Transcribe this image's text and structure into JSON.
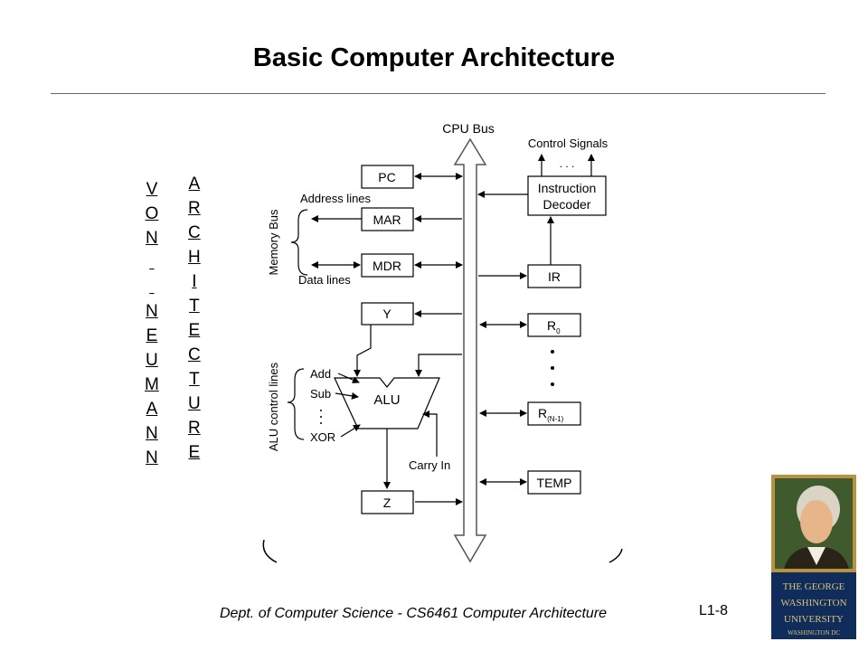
{
  "slide": {
    "title": "Basic Computer Architecture",
    "vertical_left_word": "VON  NEUMANN",
    "vertical_right_word": "ARCHITECTURE",
    "footer": "Dept. of Computer Science - CS6461 Computer Architecture",
    "slide_number": "L1-8"
  },
  "diagram": {
    "bus_label": "CPU Bus",
    "control_signals": "Control Signals",
    "control_dots": ". . .",
    "instruction_decoder_line1": "Instruction",
    "instruction_decoder_line2": "Decoder",
    "pc": "PC",
    "mar": "MAR",
    "mdr": "MDR",
    "y": "Y",
    "z": "Z",
    "alu": "ALU",
    "ir": "IR",
    "r0": "R",
    "r0_sub": "0",
    "rn": "R",
    "rn_sub": "(N-1)",
    "temp": "TEMP",
    "address_lines": "Address lines",
    "data_lines": "Data lines",
    "memory_bus": "Memory Bus",
    "alu_control_lines": "ALU control lines",
    "add": "Add",
    "sub": "Sub",
    "xor": "XOR",
    "carry_in": "Carry In"
  },
  "logo": {
    "line1": "THE GEORGE",
    "line2": "WASHINGTON",
    "line3": "UNIVERSITY",
    "line4": "WASHINGTON DC"
  }
}
